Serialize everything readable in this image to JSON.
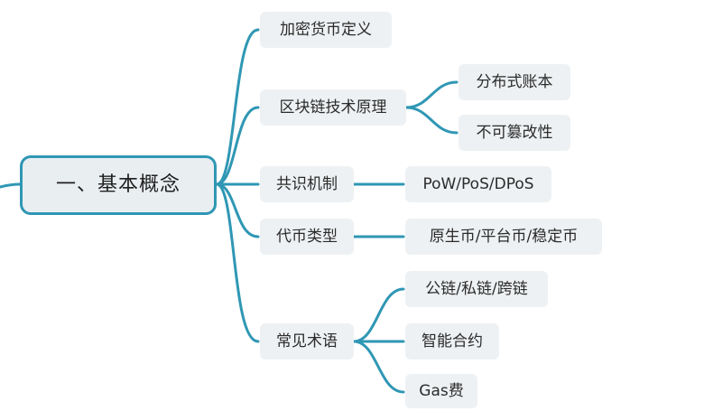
{
  "root": {
    "label": "一、基本概念"
  },
  "branches": [
    {
      "label": "加密货币定义",
      "children": []
    },
    {
      "label": "区块链技术原理",
      "children": [
        "分布式账本",
        "不可篡改性"
      ]
    },
    {
      "label": "共识机制",
      "children": [
        "PoW/PoS/DPoS"
      ]
    },
    {
      "label": "代币类型",
      "children": [
        "原生币/平台币/稳定币"
      ]
    },
    {
      "label": "常见术语",
      "children": [
        "公链/私链/跨链",
        "智能合约",
        "Gas费"
      ]
    }
  ],
  "colors": {
    "connector": "#2f97b4",
    "node_fill": "#eef1f3",
    "text": "#2b2b2b"
  }
}
